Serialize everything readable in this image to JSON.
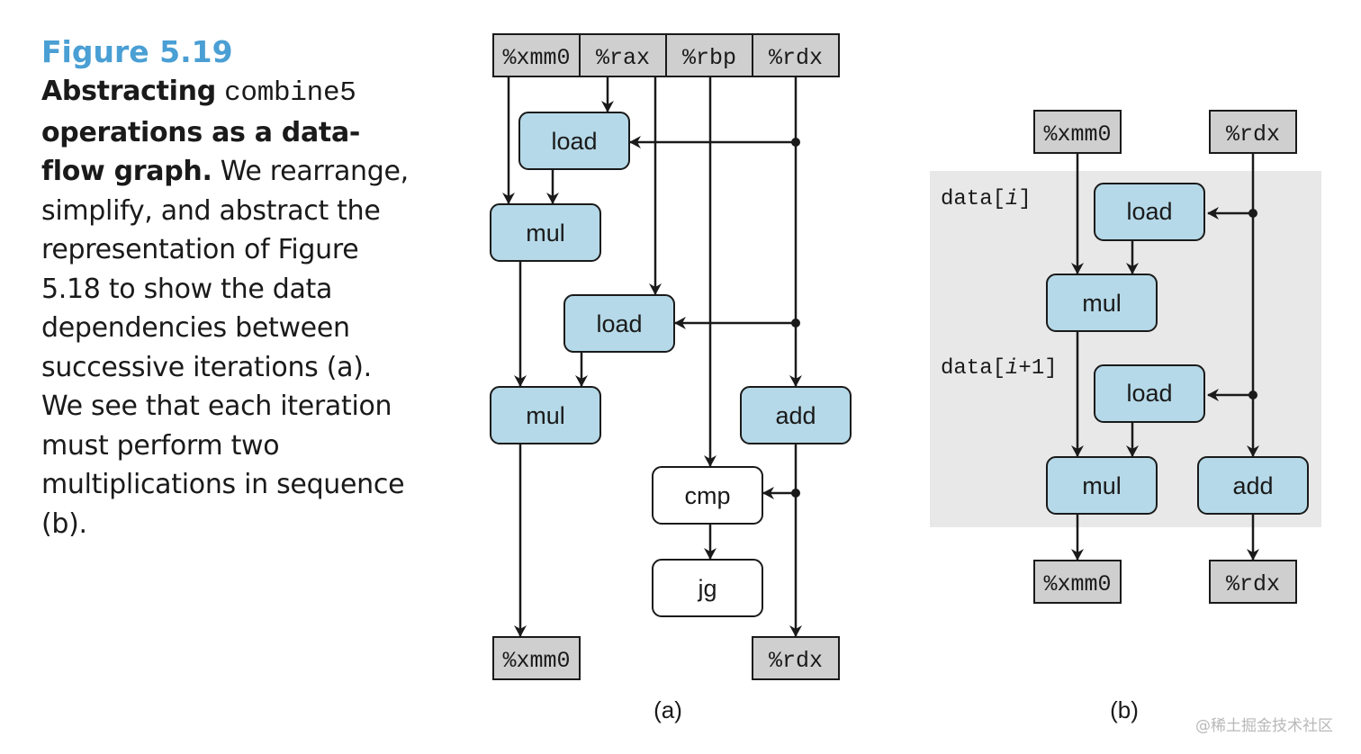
{
  "caption": {
    "figure_label": "Figure 5.19",
    "bold_lead_1": "Abstracting",
    "code_term": "combine5",
    "bold_lead_2": "operations as a data-flow graph.",
    "body": "We rearrange, simplify, and abstract the representation of Figure 5.18 to show the data dependencies between successive iterations (a). We see that each iteration must perform two multiplications in sequence (b)."
  },
  "diagram_a": {
    "label": "(a)",
    "input_registers": [
      "%xmm0",
      "%rax",
      "%rbp",
      "%rdx"
    ],
    "nodes": {
      "load1": "load",
      "mul1": "mul",
      "load2": "load",
      "mul2": "mul",
      "add": "add",
      "cmp": "cmp",
      "jg": "jg"
    },
    "output_registers": [
      "%xmm0",
      "%rdx"
    ],
    "edges": [
      [
        "%xmm0",
        "mul1"
      ],
      [
        "%rax",
        "load1"
      ],
      [
        "%rdx",
        "load1"
      ],
      [
        "load1",
        "mul1"
      ],
      [
        "%rax",
        "load2"
      ],
      [
        "%rdx",
        "load2"
      ],
      [
        "mul1",
        "mul2"
      ],
      [
        "load2",
        "mul2"
      ],
      [
        "%rdx",
        "add"
      ],
      [
        "%rbp",
        "cmp"
      ],
      [
        "add",
        "cmp"
      ],
      [
        "cmp",
        "jg"
      ],
      [
        "mul2",
        "%xmm0 out"
      ],
      [
        "add",
        "%rdx out"
      ]
    ]
  },
  "diagram_b": {
    "label": "(b)",
    "input_registers": [
      "%xmm0",
      "%rdx"
    ],
    "row_labels": [
      {
        "prefix": "data[",
        "index": "i",
        "suffix": "]"
      },
      {
        "prefix": "data[",
        "index": "i",
        "suffix": "+1]"
      }
    ],
    "nodes": {
      "load1": "load",
      "mul1": "mul",
      "load2": "load",
      "mul2": "mul",
      "add": "add"
    },
    "output_registers": [
      "%xmm0",
      "%rdx"
    ]
  },
  "colors": {
    "figure_label": "#4a9fd4",
    "op_fill": "#b5d9e8",
    "register_fill": "#cfcfcf",
    "shaded_region": "#e8e8e8",
    "stroke": "#1a1a1a"
  },
  "watermark": "@稀土掘金技术社区"
}
